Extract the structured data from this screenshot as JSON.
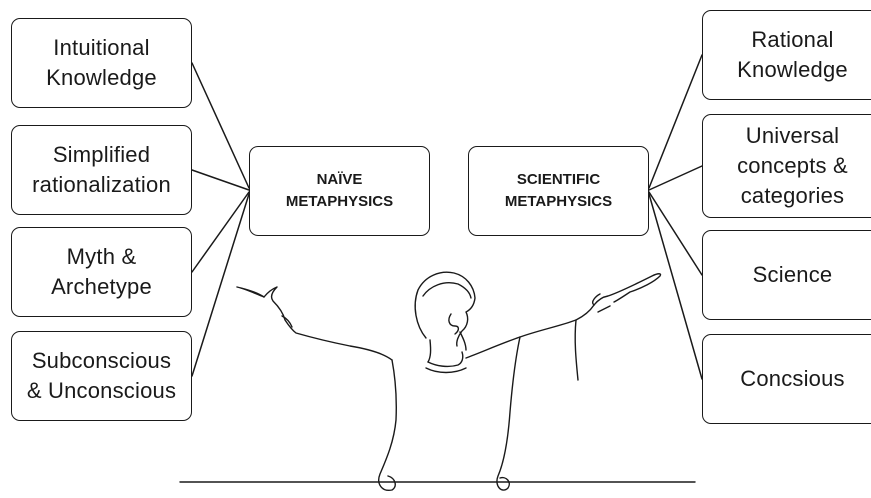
{
  "diagram": {
    "left_nodes": [
      {
        "label": "Intuitional\nKnowledge"
      },
      {
        "label": "Simplified\nrationalization"
      },
      {
        "label": "Myth &\nArchetype"
      },
      {
        "label": "Subconscious\n& Unconscious"
      }
    ],
    "center_nodes": [
      {
        "label": "NAÏVE\nMETAPHYSICS"
      },
      {
        "label": "SCIENTIFIC\nMETAPHYSICS"
      }
    ],
    "right_nodes": [
      {
        "label": "Rational\nKnowledge"
      },
      {
        "label": "Universal\nconcepts &\ncategories"
      },
      {
        "label": "Science"
      },
      {
        "label": "Concsious"
      }
    ]
  },
  "colors": {
    "line": "#1a1a1a",
    "background": "#ffffff"
  },
  "illustration": {
    "icon": "person-raising-arms-line-drawing-icon"
  }
}
